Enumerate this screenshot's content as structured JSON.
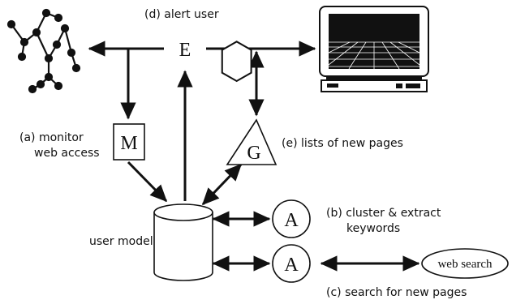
{
  "nodes": {
    "alert": "E",
    "monitor": "M",
    "generator": "G",
    "agent_cluster": "A",
    "agent_search": "A",
    "web_search": "web search"
  },
  "labels": {
    "alert_user": "(d) alert user",
    "monitor_line1": "(a) monitor",
    "monitor_line2": "web access",
    "lists_new_pages": "(e) lists of new pages",
    "user_model": "user model",
    "cluster_line1": "(b) cluster & extract",
    "cluster_line2": "keywords",
    "search_new_pages": "(c) search for new pages"
  },
  "icons": [
    "web-graph-icon",
    "computer-monitor-icon",
    "database-cylinder-icon"
  ]
}
